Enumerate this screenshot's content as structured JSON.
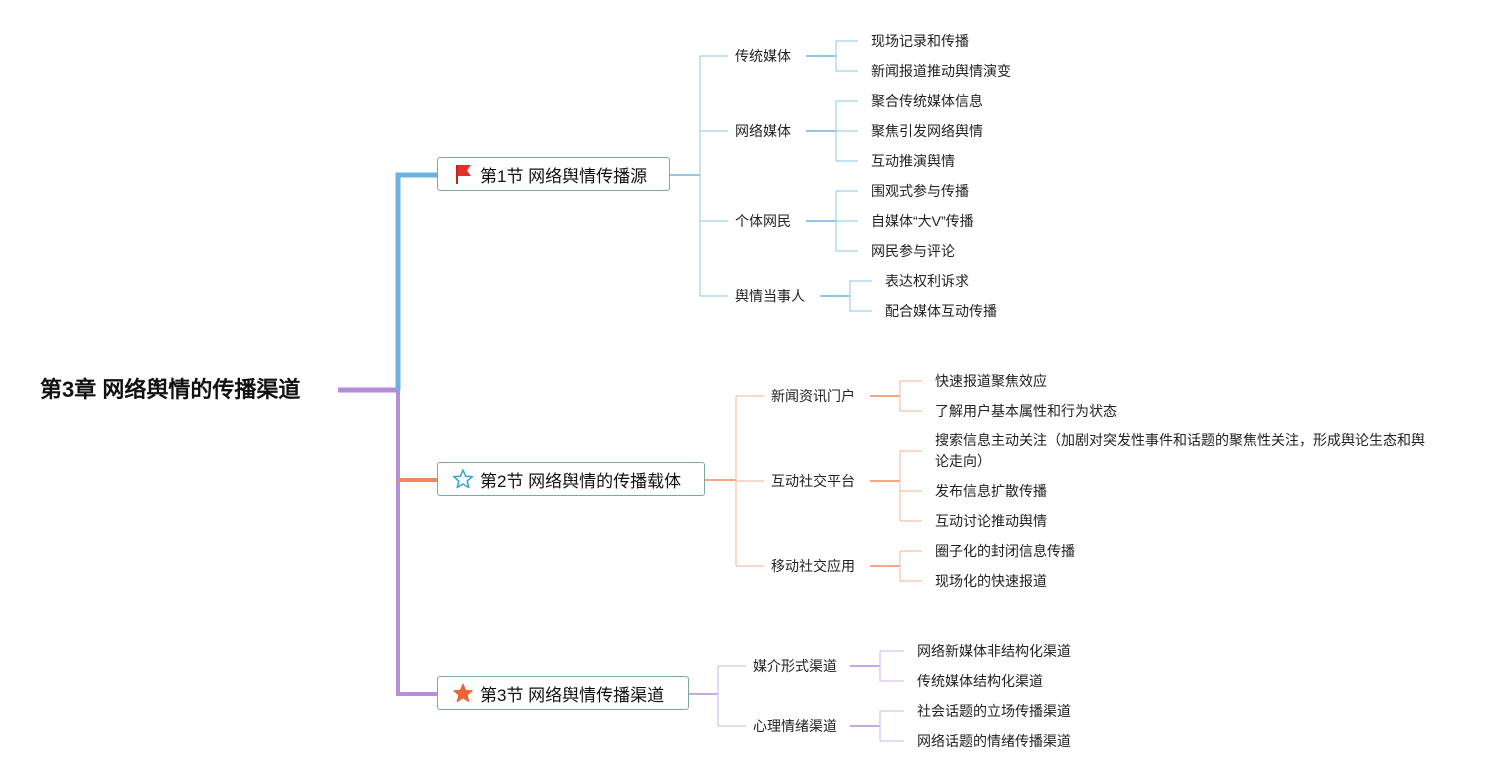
{
  "root": {
    "title": "第3章 网络舆情的传播渠道"
  },
  "colors": {
    "blue": "#6db3e0",
    "orange": "#ef8a5c",
    "purple": "#b48ed8",
    "flag": "#e3302c",
    "star_outline": "#3ea6d8",
    "star_fill": "#e8673a"
  },
  "sections": [
    {
      "title": "第1节 网络舆情传播源",
      "icon": "red-flag-icon",
      "groups": [
        {
          "label": "传统媒体",
          "items": [
            "现场记录和传播",
            "新闻报道推动舆情演变"
          ]
        },
        {
          "label": "网络媒体",
          "items": [
            "聚合传统媒体信息",
            "聚焦引发网络舆情",
            "互动推演舆情"
          ]
        },
        {
          "label": "个体网民",
          "items": [
            "围观式参与传播",
            "自媒体“大V”传播",
            "网民参与评论"
          ]
        },
        {
          "label": "舆情当事人",
          "items": [
            "表达权利诉求",
            "配合媒体互动传播"
          ]
        }
      ]
    },
    {
      "title": "第2节 网络舆情的传播载体",
      "icon": "star-outline-icon",
      "groups": [
        {
          "label": "新闻资讯门户",
          "items": [
            "快速报道聚焦效应",
            "了解用户基本属性和行为状态"
          ]
        },
        {
          "label": "互动社交平台",
          "items": [
            "搜索信息主动关注（加剧对突发性事件和话题的聚焦性关注，形成舆论生态和舆论走向）",
            "发布信息扩散传播",
            "互动讨论推动舆情"
          ]
        },
        {
          "label": "移动社交应用",
          "items": [
            "圈子化的封闭信息传播",
            "现场化的快速报道"
          ]
        }
      ]
    },
    {
      "title": "第3节 网络舆情传播渠道",
      "icon": "star-filled-icon",
      "groups": [
        {
          "label": "媒介形式渠道",
          "items": [
            "网络新媒体非结构化渠道",
            "传统媒体结构化渠道"
          ]
        },
        {
          "label": "心理情绪渠道",
          "items": [
            "社会话题的立场传播渠道",
            "网络话题的情绪传播渠道"
          ]
        }
      ]
    }
  ]
}
